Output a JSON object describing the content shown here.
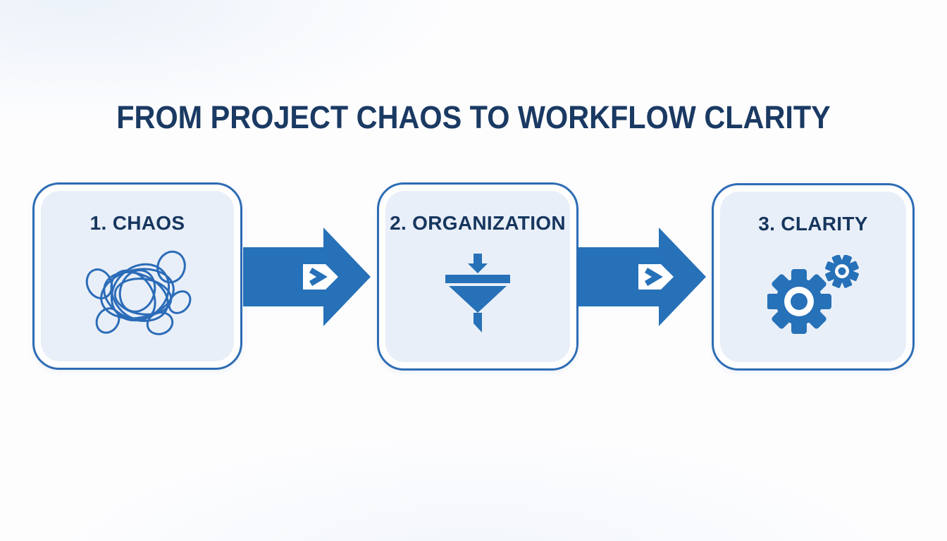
{
  "title": "FROM PROJECT CHAOS TO WORKFLOW CLARITY",
  "steps": [
    {
      "label": "1. CHAOS",
      "icon": "tangled-scribble-icon"
    },
    {
      "label": "2. ORGANIZATION",
      "icon": "funnel-icon"
    },
    {
      "label": "3. CLARITY",
      "icon": "gears-icon"
    }
  ],
  "connectors": [
    {
      "icon": "right-arrow-icon"
    },
    {
      "icon": "right-arrow-icon"
    }
  ],
  "colors": {
    "accent_blue": "#2671b8",
    "scribble_blue": "#2b6cb8",
    "box_border": "#2d6cb4",
    "box_fill": "#e9eff8",
    "title_navy": "#1a3a63",
    "label_navy": "#16365e",
    "background": "#fdfdfe"
  }
}
